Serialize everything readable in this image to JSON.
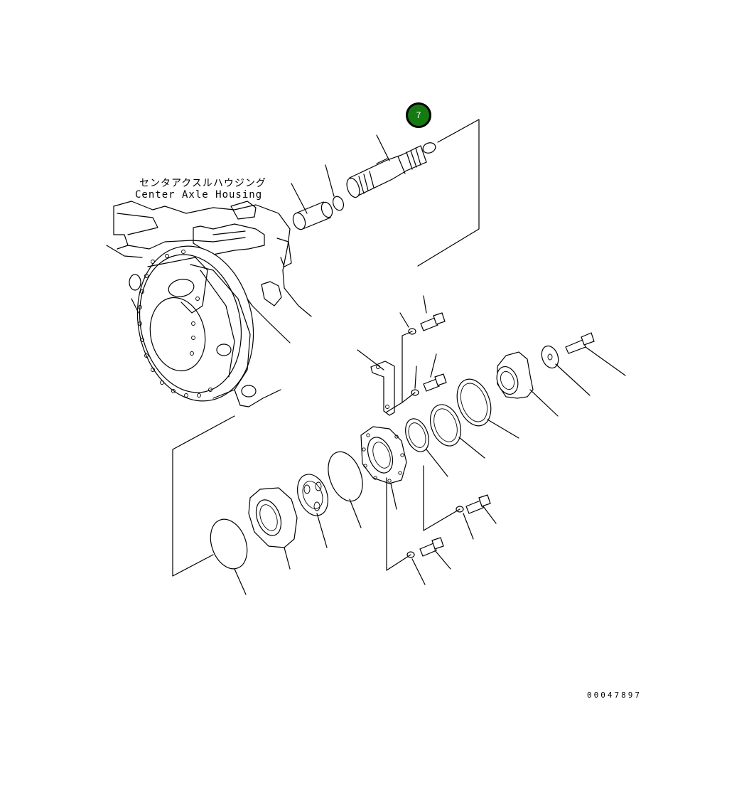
{
  "housing_label": {
    "japanese": "センタアクスルハウジング",
    "english": "Center Axle Housing"
  },
  "callout": {
    "number": "7"
  },
  "drawing_number": "00047897"
}
